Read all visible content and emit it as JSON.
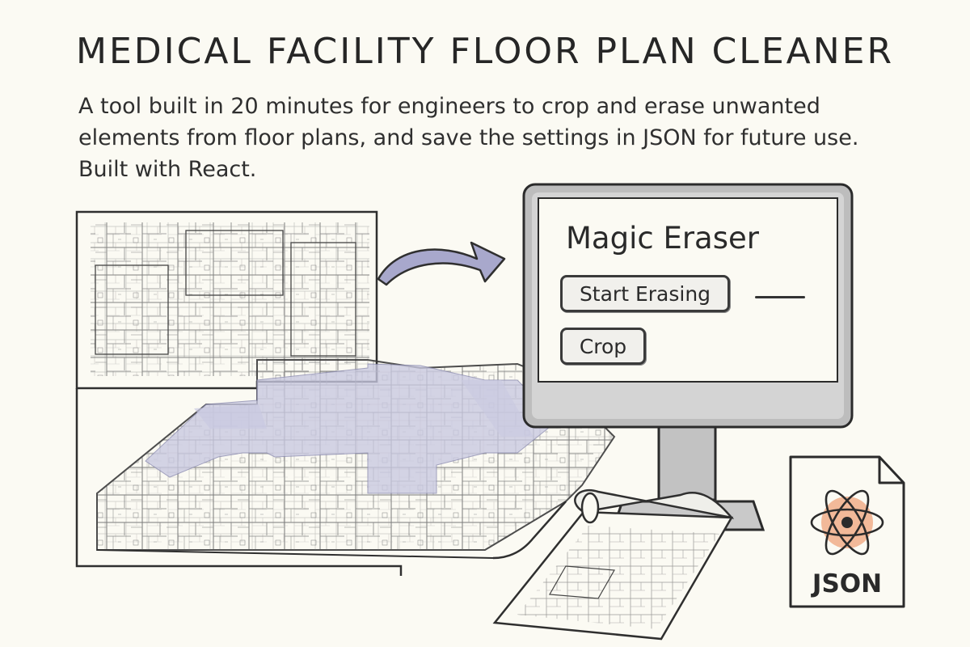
{
  "header": {
    "title": "MEDICAL FACILITY FLOOR PLAN CLEANER",
    "description": "A tool built in 20 minutes for engineers to crop and erase unwanted elements from floor plans, and save the settings in JSON for future use. Built with React."
  },
  "app_window": {
    "title": "Magic Eraser",
    "start_erasing_label": "Start Erasing",
    "crop_label": "Crop"
  },
  "file_icon": {
    "label": "JSON",
    "icon": "react-atom-icon",
    "accent": "#f2b999"
  },
  "colors": {
    "highlight": "#c9c9e1",
    "arrow": "#a8a8cc",
    "background": "#fbfaf3",
    "ink": "#2b2b2b"
  }
}
